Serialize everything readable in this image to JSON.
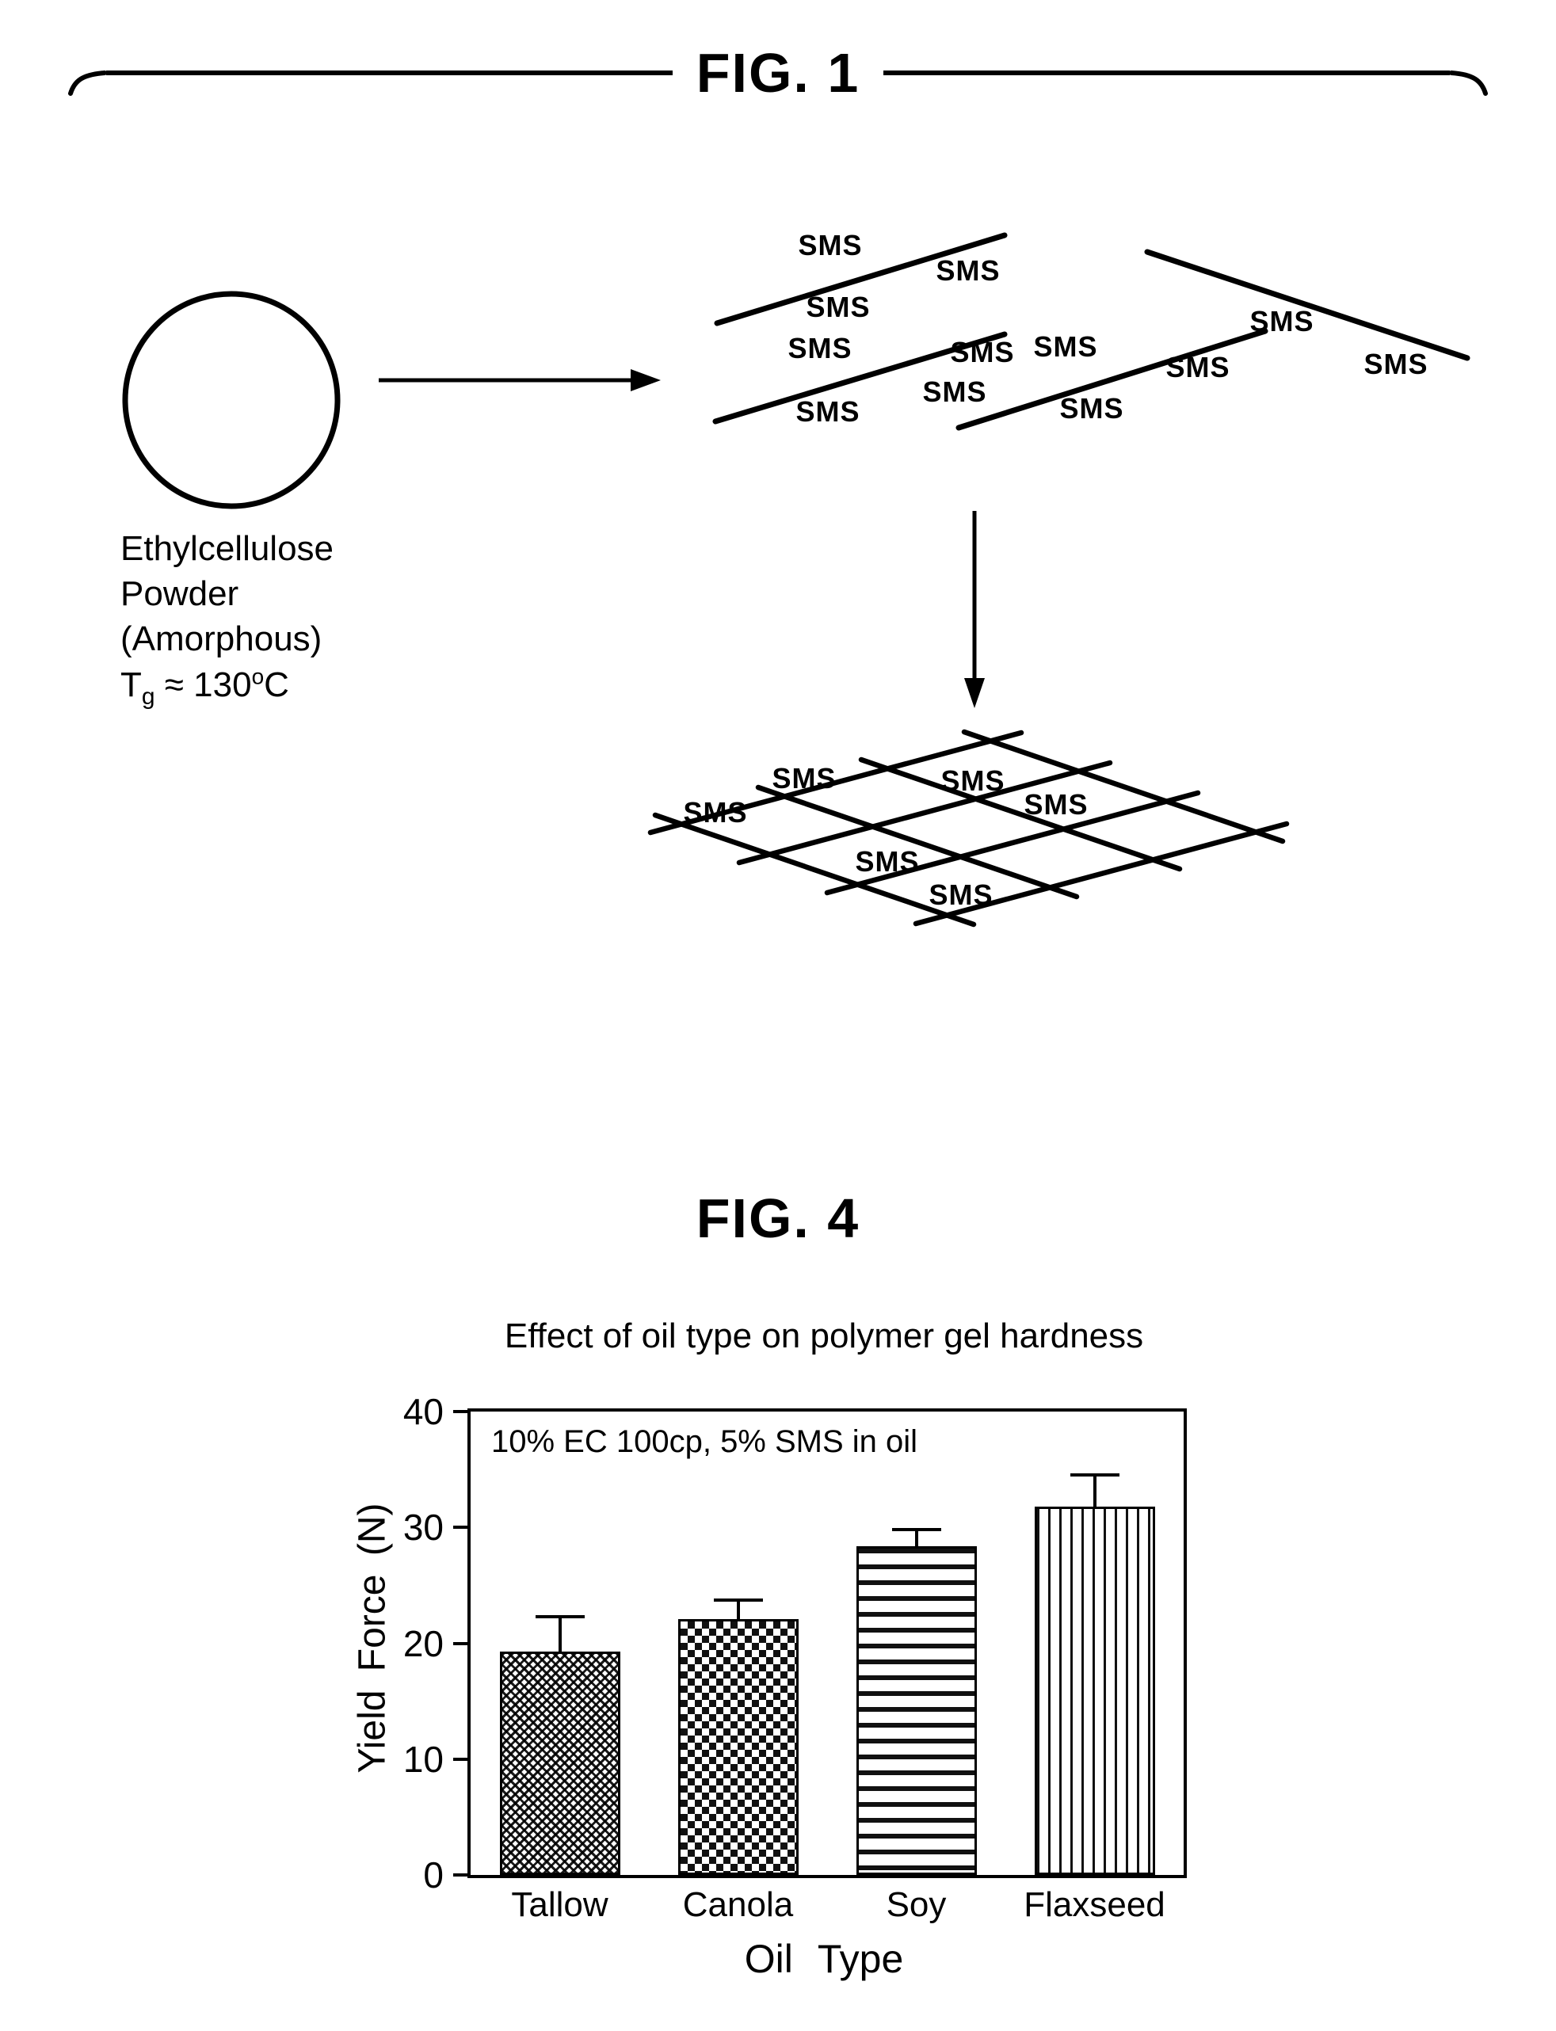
{
  "fig1": {
    "title": "FIG. 1",
    "sms_label": "SMS",
    "caption": {
      "line1": "Ethylcellulose",
      "line2": "Powder",
      "line3": "(Amorphous)",
      "tg_prefix": "T",
      "tg_sub": "g",
      "tg_mid": " ≈ 130",
      "tg_sup": "o",
      "tg_suffix": "C"
    }
  },
  "fig4": {
    "title": "FIG. 4"
  },
  "chart_data": {
    "type": "bar",
    "title": "Effect of oil type on polymer gel hardness",
    "annotation": "10% EC 100cp, 5% SMS in oil",
    "categories": [
      "Tallow",
      "Canola",
      "Soy",
      "Flaxseed"
    ],
    "values": [
      19.3,
      22.1,
      28.4,
      31.8
    ],
    "errors": [
      3.0,
      1.6,
      1.4,
      2.7
    ],
    "bar_patterns": [
      "checker-fine",
      "checker-coarse",
      "hlines",
      "vlines"
    ],
    "xlabel": "Oil Type",
    "ylabel": "Yield Force (N)",
    "ylim": [
      0,
      40
    ],
    "yticks": [
      0,
      10,
      20,
      30,
      40
    ],
    "legend": "none",
    "grid": false
  }
}
